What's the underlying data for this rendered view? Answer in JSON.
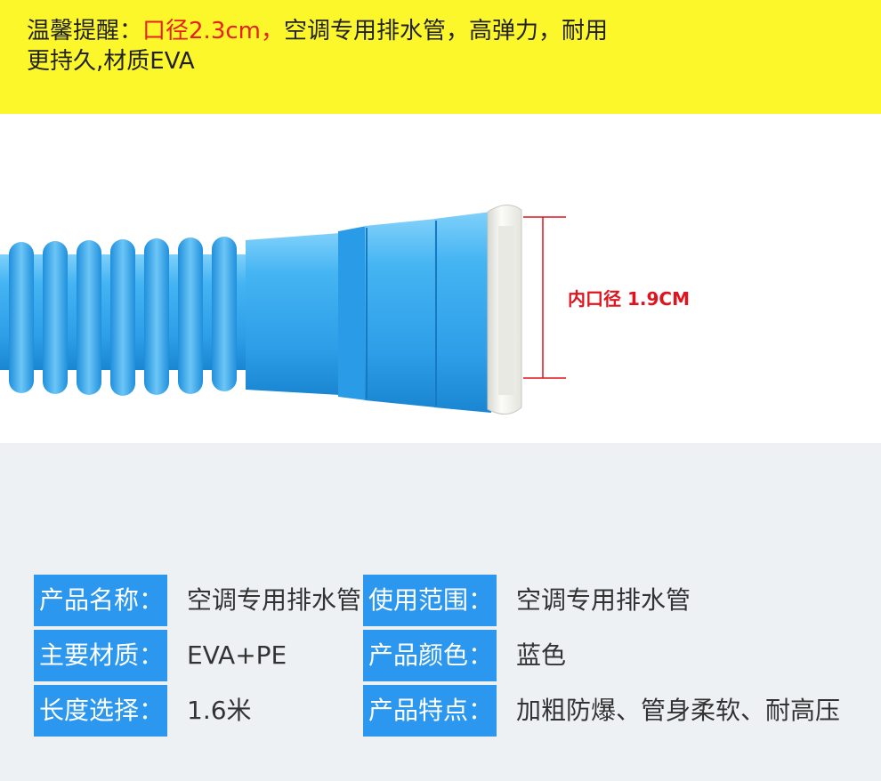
{
  "banner": {
    "prefix": "温馨提醒：",
    "highlight": "口径2.3cm，",
    "line1_rest": "空调专用排水管，高弹力，耐用",
    "line2": "更持久,材质EVA"
  },
  "photo": {
    "dimension_label": "内口径 1.9CM",
    "colors": {
      "hose": "#34a8ee",
      "hose_dark": "#1a86d2",
      "hose_light": "#7fd0fa",
      "flange": "#f2f2ee",
      "marker": "#e0141e"
    }
  },
  "specs": {
    "rows": [
      {
        "label1": "产品名称：",
        "value1": "空调专用排水管",
        "label2": "使用范围：",
        "value2": "空调专用排水管"
      },
      {
        "label1": "主要材质：",
        "value1": "EVA+PE",
        "label2": "产品颜色：",
        "value2": "蓝色"
      },
      {
        "label1": "长度选择：",
        "value1": "1.6米",
        "label2": "产品特点：",
        "value2": "加粗防爆、管身柔软、耐高压"
      }
    ]
  }
}
